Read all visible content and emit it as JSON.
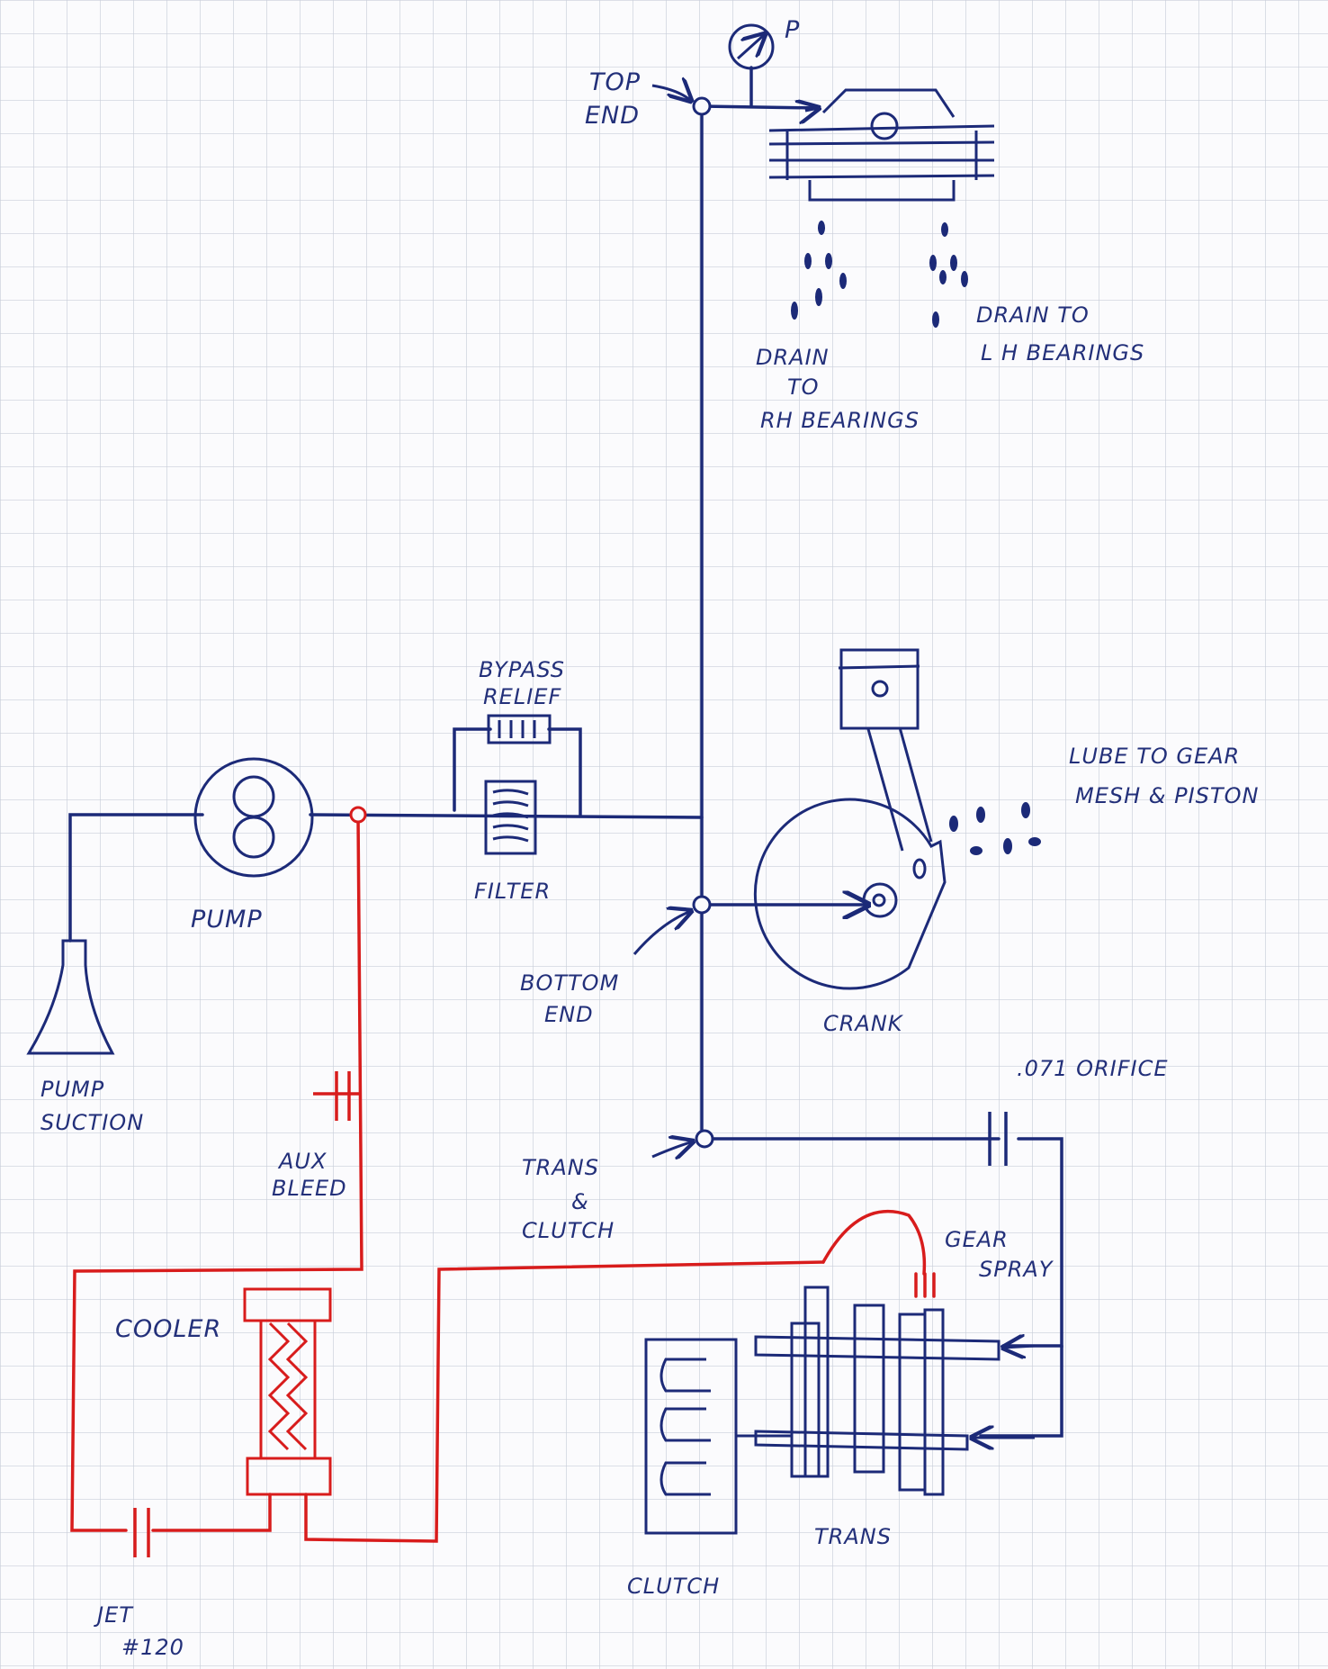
{
  "colors": {
    "ink_blue": "#1c2a78",
    "ink_red": "#d81c1c",
    "grid": "#c9ced9"
  },
  "labels": {
    "top_end_1": "TOP",
    "top_end_2": "END",
    "gauge": "P",
    "drain_rh_1": "DRAIN",
    "drain_rh_2": "TO",
    "drain_rh_3": "RH BEARINGS",
    "drain_lh_1": "DRAIN TO",
    "drain_lh_2": "L H BEARINGS",
    "bypass_1": "BYPASS",
    "bypass_2": "RELIEF",
    "lube_1": "LUBE TO GEAR",
    "lube_2": "MESH & PISTON",
    "pump": "PUMP",
    "filter": "FILTER",
    "bottom_1": "BOTTOM",
    "bottom_2": "END",
    "crank": "CRANK",
    "suction_1": "PUMP",
    "suction_2": "SUCTION",
    "orifice": ".071 ORIFICE",
    "aux_1": "AUX",
    "aux_2": "BLEED",
    "trans_clutch_1": "TRANS",
    "trans_clutch_2": "&",
    "trans_clutch_3": "CLUTCH",
    "gear_1": "GEAR",
    "gear_2": "SPRAY",
    "cooler": "COOLER",
    "trans": "TRANS",
    "clutch": "CLUTCH",
    "jet_1": "JET",
    "jet_2": "#120"
  }
}
